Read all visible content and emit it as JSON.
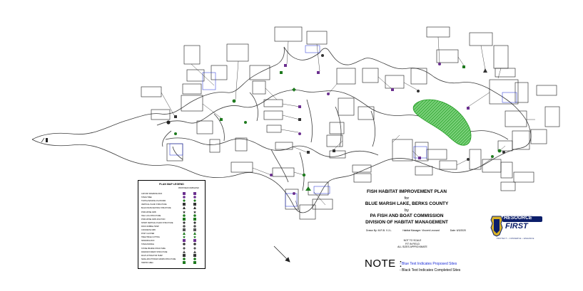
{
  "title": {
    "line1": "FISH HABITAT IMPROVEMENT PLAN",
    "line2": "for",
    "line3": "BLUE MARSH LAKE, BERKS COUNTY",
    "line4": "by",
    "line5": "PA FISH AND BOAT COMMISSION",
    "line6": "DIVISION OF HABITAT MANAGEMENT"
  },
  "meta": {
    "drawn_by": "Drawn By: M.R.B. V.J.L.",
    "manager": "Habitat Manager: Vincent Leonard",
    "date": "Date: 6/3/2020"
  },
  "scale_notes": [
    "NOT TO SCALE",
    "FIT IN FIELD",
    "ALL SIZES APPROXIMATE"
  ],
  "note": {
    "label": "NOTE :",
    "blue_line": "- Blue Text Indicates Proposed Sites",
    "black_line": "- Black Text Indicates Completed Sites",
    "blue_color": "#1a2bd6"
  },
  "legend": {
    "title": "PLAN MAP LEGEND",
    "col_a": "PROPOSED",
    "col_b": "COMPLETED",
    "rows": [
      {
        "label": "CATFISH SPAWNING BOX",
        "symbol": "square",
        "color": "#6b2f8f"
      },
      {
        "label": "STAKE TREE",
        "symbol": "circle",
        "color": "#6b2f8f"
      },
      {
        "label": "TURTLE BASKING PLATFORM",
        "symbol": "diamond",
        "color": "#1e7a1e"
      },
      {
        "label": "VERTICAL PLANK STRUCTURE",
        "symbol": "square",
        "color": "#333333"
      },
      {
        "label": "BLACK BASS NESTING STRUCTURE",
        "symbol": "triangle",
        "color": "#333333"
      },
      {
        "label": "PORCUPINE CRIB",
        "symbol": "star",
        "color": "#333333"
      },
      {
        "label": "HALF LOG STRUCTURE",
        "symbol": "circle",
        "color": "#1e7a1e"
      },
      {
        "label": "PORCUPINE CRIB JUNCTION",
        "symbol": "square",
        "color": "#1e7a1e"
      },
      {
        "label": "SHORT VERTICAL PLANK STRUCTURE",
        "symbol": "diamond",
        "color": "#333333"
      },
      {
        "label": "ROCK RUBBLE HUMP",
        "symbol": "circle",
        "color": "#555555"
      },
      {
        "label": "CONCRETE CRIB",
        "symbol": "square",
        "color": "#555555"
      },
      {
        "label": "POST CLUSTER",
        "symbol": "triangle",
        "color": "#1e7a1e"
      },
      {
        "label": "TREE HINGE CUTTING",
        "symbol": "star",
        "color": "#1e7a1e"
      },
      {
        "label": "SPAWNING BOX",
        "symbol": "square",
        "color": "#6b2f8f"
      },
      {
        "label": "STAKE BUNDLE",
        "symbol": "circle",
        "color": "#333333"
      },
      {
        "label": "STONE PRAIRIE STRUCTURE",
        "symbol": "diamond",
        "color": "#555555"
      },
      {
        "label": "RANDOM FOREST STRUCTURE",
        "symbol": "triangle",
        "color": "#555555"
      },
      {
        "label": "MULTI-ATTRACTOR HUMP",
        "symbol": "square",
        "color": "#333333"
      },
      {
        "label": "SMALLMOUTH BASS SPAWN STRUCTURE",
        "symbol": "circle",
        "color": "#1e7a1e"
      },
      {
        "label": "HABITAT AREA",
        "symbol": "square",
        "color": "#1e7a1e"
      }
    ]
  },
  "logo": {
    "line1": "RESOURCE",
    "line2": "FIRST",
    "tagline": "PROTECT • CONSERVE • ENHANCE",
    "shield_color": "#0b1e6a",
    "gold_color": "#d8b228"
  },
  "map_colors": {
    "shoreline": "#3c3c3c",
    "habitat_fill": "#1f9a1f",
    "label_box": "#1a1a1a",
    "blue_text": "#1a2bd6"
  }
}
